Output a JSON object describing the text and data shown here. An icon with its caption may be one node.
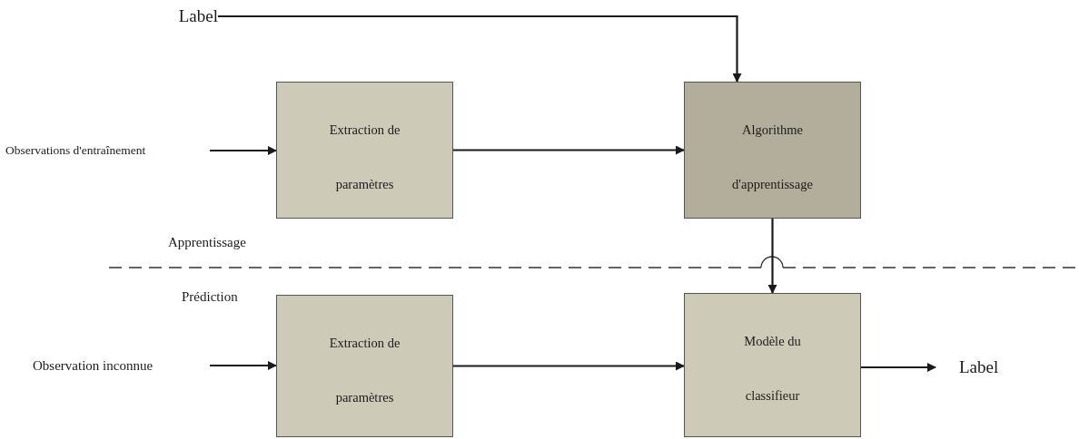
{
  "diagram": {
    "nodes": [
      {
        "text": [
          "Label"
        ]
      },
      {
        "text": [
          "Observations d'entraînement"
        ]
      },
      {
        "text": [
          "Extraction de paramètres"
        ]
      },
      {
        "text": [
          "Algorithme d'apprentissage"
        ]
      },
      {
        "text": [
          "Observation inconnue"
        ]
      },
      {
        "text": [
          "Extraction de paramètres"
        ]
      },
      {
        "text": [
          "Modèle du classifieur"
        ]
      },
      {
        "text": [
          "Label"
        ]
      }
    ],
    "edges": [
      {
        "from": 0,
        "to": 3,
        "arrow": "to"
      },
      {
        "from": 1,
        "to": 2,
        "arrow": "to"
      },
      {
        "from": 2,
        "to": 3,
        "arrow": "to"
      },
      {
        "from": 3,
        "to": 6,
        "arrow": "to"
      },
      {
        "from": 4,
        "to": 5,
        "arrow": "to"
      },
      {
        "from": 5,
        "to": 6,
        "arrow": "to"
      },
      {
        "from": 6,
        "to": 7,
        "arrow": "to"
      }
    ],
    "labels": [
      "Apprentissage",
      "Prédiction"
    ]
  }
}
